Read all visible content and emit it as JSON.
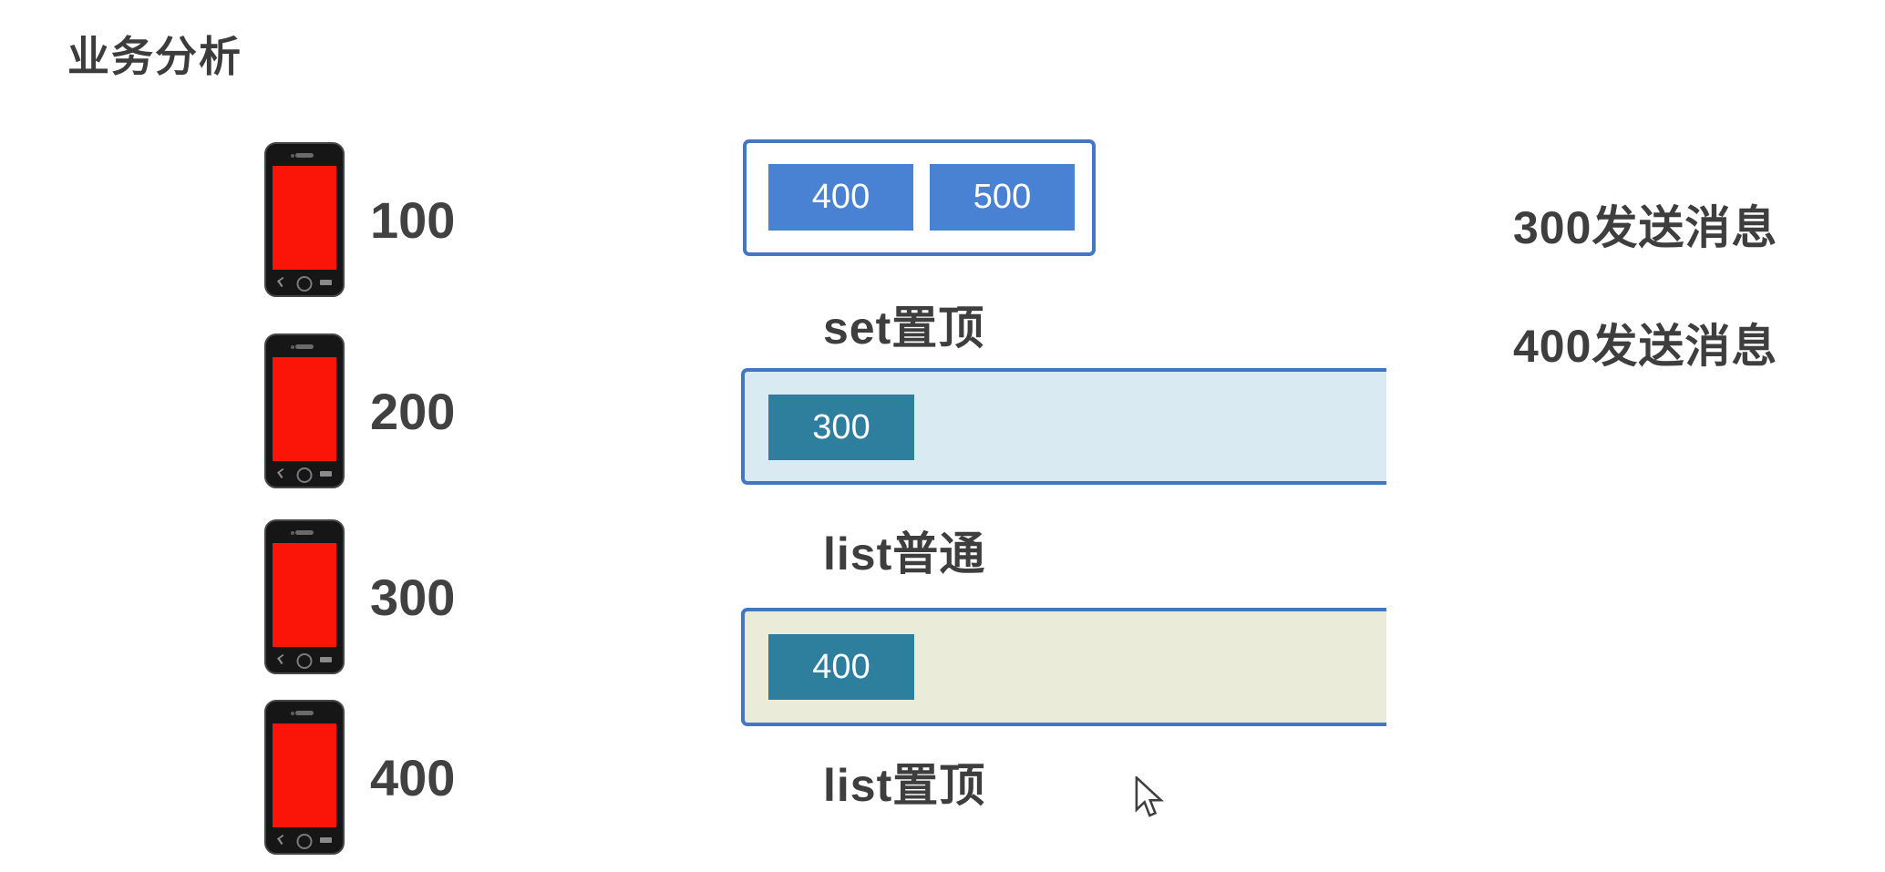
{
  "title": "业务分析",
  "colors": {
    "text_dark": "#3e3e3e",
    "border_blue": "#4377c2",
    "inner_blue": "#4a82d3",
    "teal": "#2e7e9e",
    "list_normal_bg": "#daeaf3",
    "list_top_bg": "#eaecd9",
    "phone_screen_red": "#fb1408",
    "phone_body_black": "#161616"
  },
  "phones": [
    {
      "label": "100"
    },
    {
      "label": "200"
    },
    {
      "label": "300"
    },
    {
      "label": "400"
    }
  ],
  "set_section": {
    "label": "set置顶",
    "items": [
      {
        "value": "400"
      },
      {
        "value": "500"
      }
    ]
  },
  "list_normal_section": {
    "label": "list普通",
    "item": "300"
  },
  "list_top_section": {
    "label": "list置顶",
    "item": "400"
  },
  "annotations": [
    {
      "text": "300发送消息"
    },
    {
      "text": "400发送消息"
    }
  ]
}
